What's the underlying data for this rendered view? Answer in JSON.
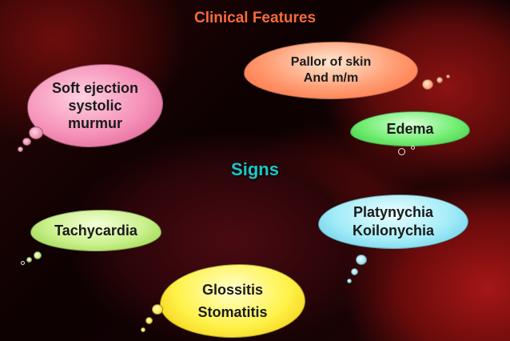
{
  "slide": {
    "title": "Clinical Features",
    "center_label": "Signs"
  },
  "clouds": {
    "soft_ejection": {
      "lines": [
        "Soft ejection",
        "systolic",
        "murmur"
      ],
      "color": "#f590b8"
    },
    "pallor": {
      "lines": [
        "Pallor of skin",
        "And m/m"
      ],
      "color": "#ff9a70"
    },
    "edema": {
      "lines": [
        "Edema"
      ],
      "color": "#74ee74"
    },
    "platynychia": {
      "lines": [
        "Platynychia",
        "Koilonychia"
      ],
      "color": "#a3ecf8"
    },
    "tachycardia": {
      "lines": [
        "Tachycardia"
      ],
      "color": "#c8f08a"
    },
    "glossitis": {
      "lines": [
        "Glossitis",
        "Stomatitis"
      ],
      "color": "#fff24a"
    }
  },
  "colors": {
    "title": "#ff6a3a",
    "center_label": "#19c8c8",
    "background": "#1a0204"
  }
}
